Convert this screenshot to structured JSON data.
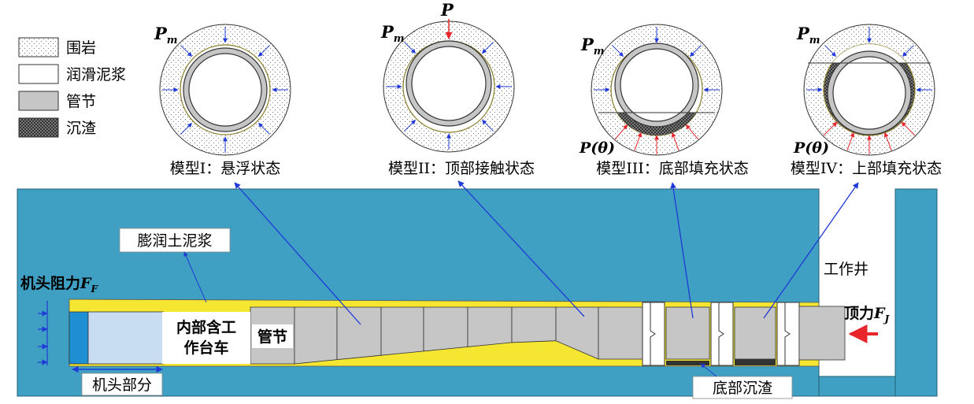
{
  "legend": [
    {
      "label": "围岩",
      "pattern": "dots"
    },
    {
      "label": "润滑泥浆",
      "pattern": "white"
    },
    {
      "label": "管节",
      "pattern": "gray"
    },
    {
      "label": "沉渣",
      "pattern": "hatch"
    }
  ],
  "models": [
    {
      "title": "模型I：悬浮状态",
      "pm": "P",
      "pm_sub": "m"
    },
    {
      "title": "模型II：顶部接触状态",
      "pm": "P",
      "pm_sub": "m",
      "top": "P"
    },
    {
      "title": "模型III：底部填充状态",
      "pm": "P",
      "pm_sub": "m",
      "ptheta": "P(θ)"
    },
    {
      "title": "模型IV：上部填充状态",
      "pm": "P",
      "pm_sub": "m",
      "ptheta": "P(θ)"
    }
  ],
  "labels": {
    "bentonite": "膨润土泥浆",
    "head_resist": "机头阻力",
    "head_resist_sym": "F",
    "head_resist_sub": "F",
    "platform_line1": "内部含工",
    "platform_line2": "作台车",
    "pipe": "管节",
    "head_part": "机头部分",
    "bottom_sediment": "底部沉渣",
    "shaft": "工作井",
    "jacking": "顶力",
    "jacking_sym": "F",
    "jacking_sub": "J"
  },
  "colors": {
    "ground": "#3fa0c3",
    "slurry": "#f5e632",
    "pipe": "#c6c6c6",
    "head_front": "#1e8fd2",
    "head_body": "#c8dcf2",
    "arrow_blue": "#1f3ad6",
    "arrow_red": "#e8252a",
    "sediment": "#333333"
  }
}
